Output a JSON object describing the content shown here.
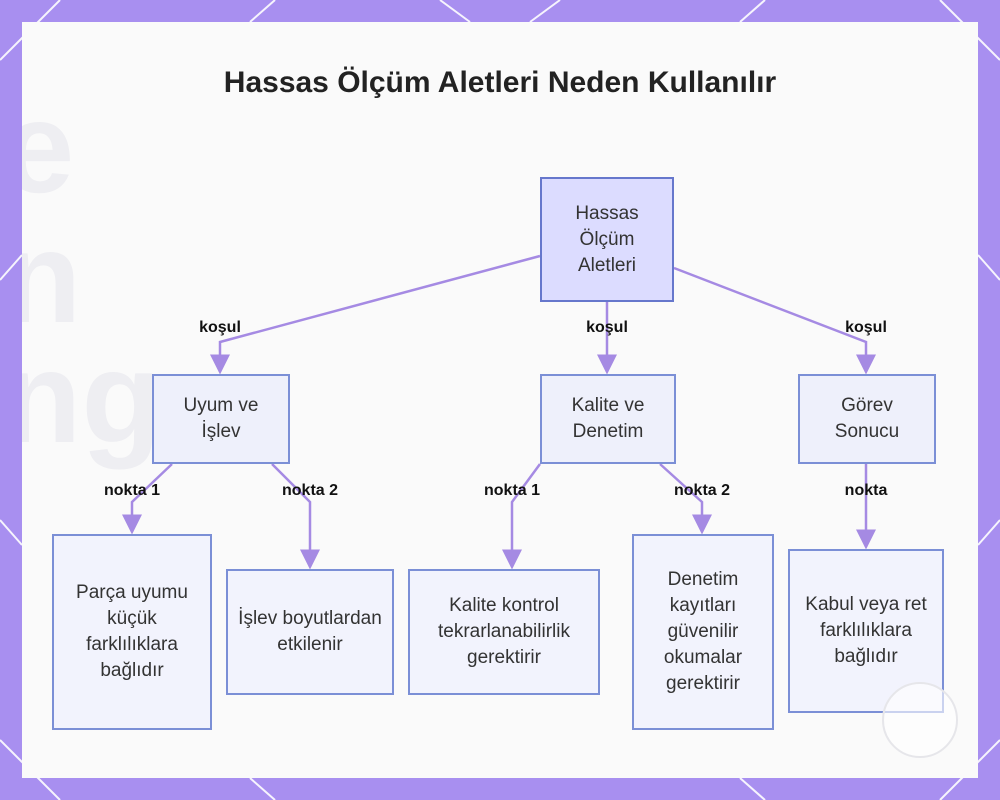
{
  "title": "Hassas Ölçüm Aletleri Neden Kullanılır",
  "colors": {
    "frame": "#a88ff0",
    "edge": "#a58ae3",
    "node_border": "#7b8fd6",
    "node_fill": "#eef0fb",
    "root_fill": "#dcdcff"
  },
  "nodes": {
    "root": "Hassas Ölçüm Aletleri",
    "uyum": "Uyum ve İşlev",
    "kalite": "Kalite ve Denetim",
    "gorev": "Görev Sonucu",
    "parca": "Parça uyumu küçük farklılıklara bağlıdır",
    "islev": "İşlev boyutlardan etkilenir",
    "kontrol": "Kalite kontrol tekrarlanabilirlik gerektirir",
    "kayit": "Denetim kayıtları güvenilir okumalar gerektirir",
    "kabul": "Kabul veya ret farklılıklara bağlıdır"
  },
  "edges": {
    "root_uyum": "koşul",
    "root_kalite": "koşul",
    "root_gorev": "koşul",
    "uyum_parca": "nokta 1",
    "uyum_islev": "nokta 2",
    "kalite_kontrol": "nokta 1",
    "kalite_kayit": "nokta 2",
    "gorev_kabul": "nokta"
  }
}
